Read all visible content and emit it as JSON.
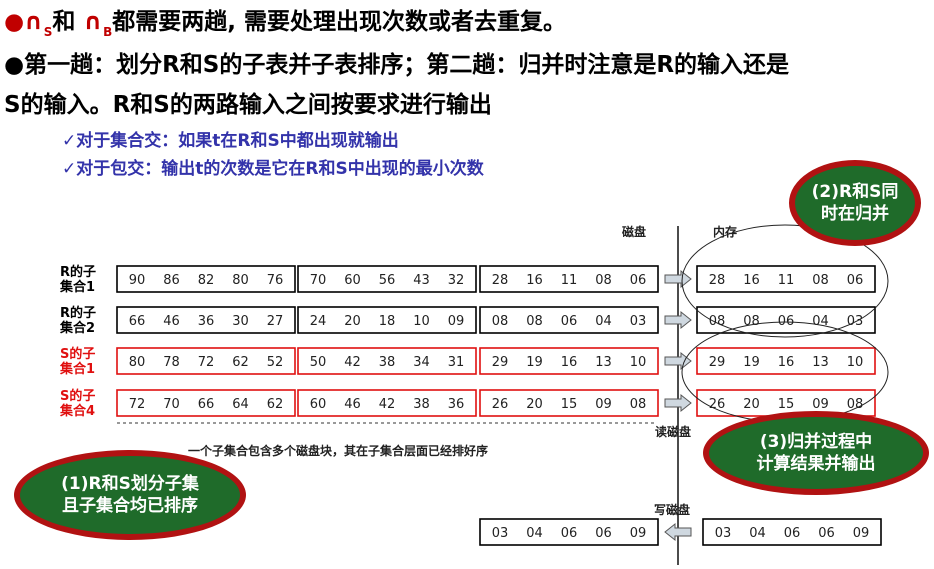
{
  "heading": {
    "line1_prefix": "●",
    "op_intersect_s": "∩",
    "op_sub_s": "S",
    "and": "和",
    "op_intersect_b": "∩",
    "op_sub_b": "B",
    "line1_text": "都需要两趟, 需要处理出现次数或者去重复。",
    "line2": "●第一趟：划分R和S的子表并子表排序；第二趟：归并时注意是R的输入还是",
    "line3": "S的输入。R和S的两路输入之间按要求进行输出"
  },
  "checks": [
    "✓对于集合交：如果t在R和S中都出现就输出",
    "✓对于包交：输出t的次数是它在R和S中出现的最小次数"
  ],
  "diagram": {
    "disk_label": "磁盘",
    "mem_label": "内存",
    "read_disk_label": "读磁盘",
    "write_disk_label": "写磁盘",
    "note": "一个子集合包含多个磁盘块，其在子集合层面已经排好序",
    "rows": [
      {
        "label1": "R的子",
        "label2": "集合1",
        "color": "#000000",
        "blocks": [
          [
            "90",
            "86",
            "82",
            "80",
            "76"
          ],
          [
            "70",
            "60",
            "56",
            "43",
            "32"
          ],
          [
            "28",
            "16",
            "11",
            "08",
            "06"
          ]
        ],
        "mem": [
          "28",
          "16",
          "11",
          "08",
          "06"
        ]
      },
      {
        "label1": "R的子",
        "label2": "集合2",
        "color": "#000000",
        "blocks": [
          [
            "66",
            "46",
            "36",
            "30",
            "27"
          ],
          [
            "24",
            "20",
            "18",
            "10",
            "09"
          ],
          [
            "08",
            "08",
            "06",
            "04",
            "03"
          ]
        ],
        "mem": [
          "08",
          "08",
          "06",
          "04",
          "03"
        ]
      },
      {
        "label1": "S的子",
        "label2": "集合1",
        "color": "#e01010",
        "blocks": [
          [
            "80",
            "78",
            "72",
            "62",
            "52"
          ],
          [
            "50",
            "42",
            "38",
            "34",
            "31"
          ],
          [
            "29",
            "19",
            "16",
            "13",
            "10"
          ]
        ],
        "mem": [
          "29",
          "19",
          "16",
          "13",
          "10"
        ]
      },
      {
        "label1": "S的子",
        "label2": "集合4",
        "color": "#e01010",
        "blocks": [
          [
            "72",
            "70",
            "66",
            "64",
            "62"
          ],
          [
            "60",
            "46",
            "42",
            "38",
            "36"
          ],
          [
            "26",
            "20",
            "15",
            "09",
            "08"
          ]
        ],
        "mem": [
          "26",
          "20",
          "15",
          "09",
          "08"
        ]
      }
    ],
    "output_disk": [
      "03",
      "04",
      "06",
      "06",
      "09"
    ],
    "output_mem": [
      "03",
      "04",
      "06",
      "06",
      "09"
    ]
  },
  "callouts": {
    "c2_line1": "(2)R和S同",
    "c2_line2": "时在归并",
    "c3_line1": "(3)归并过程中",
    "c3_line2": "计算结果并输出",
    "c1_line1": "(1)R和S划分子集",
    "c1_line2": "且子集合均已排序"
  },
  "colors": {
    "accent_red": "#c00000",
    "oval_fill": "#1f6b2a",
    "oval_border": "#b11212",
    "check_blue": "#3333aa",
    "s_red": "#e01010"
  }
}
